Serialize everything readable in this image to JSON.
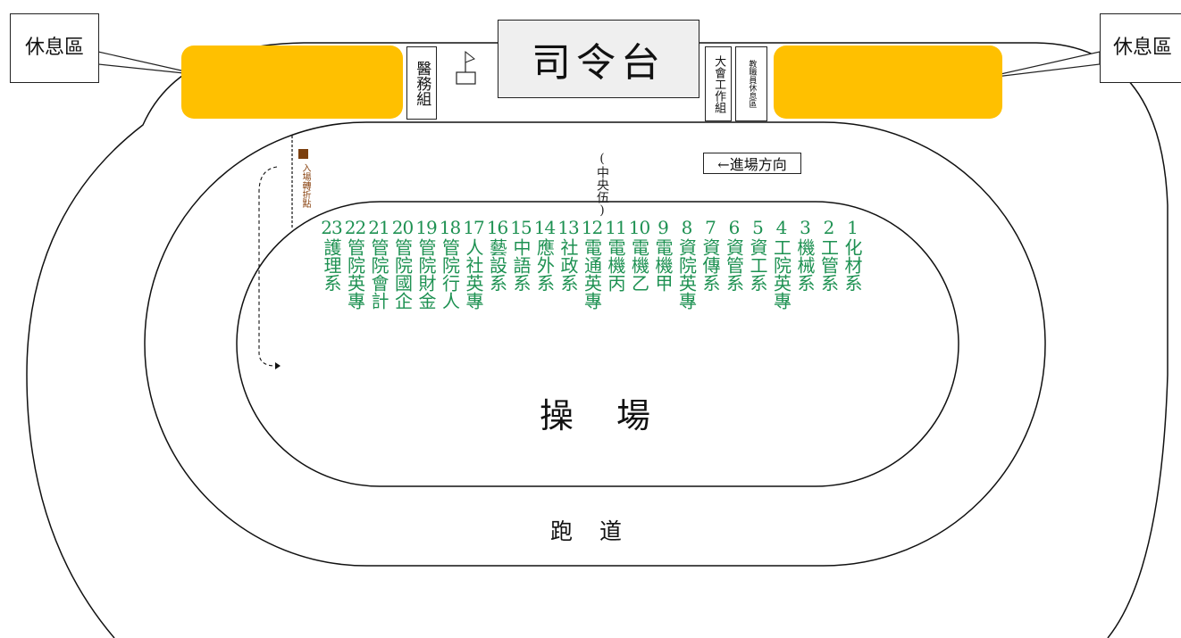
{
  "stage": {
    "label": "司令台"
  },
  "rest_area_left": {
    "label": "休息區"
  },
  "rest_area_right": {
    "label": "休息區"
  },
  "medical": {
    "label": "醫務組"
  },
  "meeting_staff": {
    "label": "大會工作組"
  },
  "faculty_rest": {
    "label": "教職員休息區"
  },
  "entry_direction": {
    "label": "←進場方向"
  },
  "center_column": {
    "label": "(中央伍)"
  },
  "turn_point": {
    "label": "入場轉折點"
  },
  "field": {
    "label": "操場"
  },
  "track": {
    "label": "跑道"
  },
  "colors": {
    "department_text": "#1E9152",
    "rest_area": "#FFC000",
    "turn_marker": "#7B3F0E"
  },
  "departments": [
    {
      "num": "23",
      "name": "護理系"
    },
    {
      "num": "22",
      "name": "管院英專"
    },
    {
      "num": "21",
      "name": "管院會計"
    },
    {
      "num": "20",
      "name": "管院國企"
    },
    {
      "num": "19",
      "name": "管院財金"
    },
    {
      "num": "18",
      "name": "管院行人"
    },
    {
      "num": "17",
      "name": "人社英專"
    },
    {
      "num": "16",
      "name": "藝設系"
    },
    {
      "num": "15",
      "name": "中語系"
    },
    {
      "num": "14",
      "name": "應外系"
    },
    {
      "num": "13",
      "name": "社政系"
    },
    {
      "num": "12",
      "name": "電通英專"
    },
    {
      "num": "11",
      "name": "電機丙"
    },
    {
      "num": "10",
      "name": "電機乙"
    },
    {
      "num": "9",
      "name": "電機甲"
    },
    {
      "num": "8",
      "name": "資院英專"
    },
    {
      "num": "7",
      "name": "資傳系"
    },
    {
      "num": "6",
      "name": "資管系"
    },
    {
      "num": "5",
      "name": "資工系"
    },
    {
      "num": "4",
      "name": "工院英專"
    },
    {
      "num": "3",
      "name": "機械系"
    },
    {
      "num": "2",
      "name": "工管系"
    },
    {
      "num": "1",
      "name": "化材系"
    }
  ]
}
